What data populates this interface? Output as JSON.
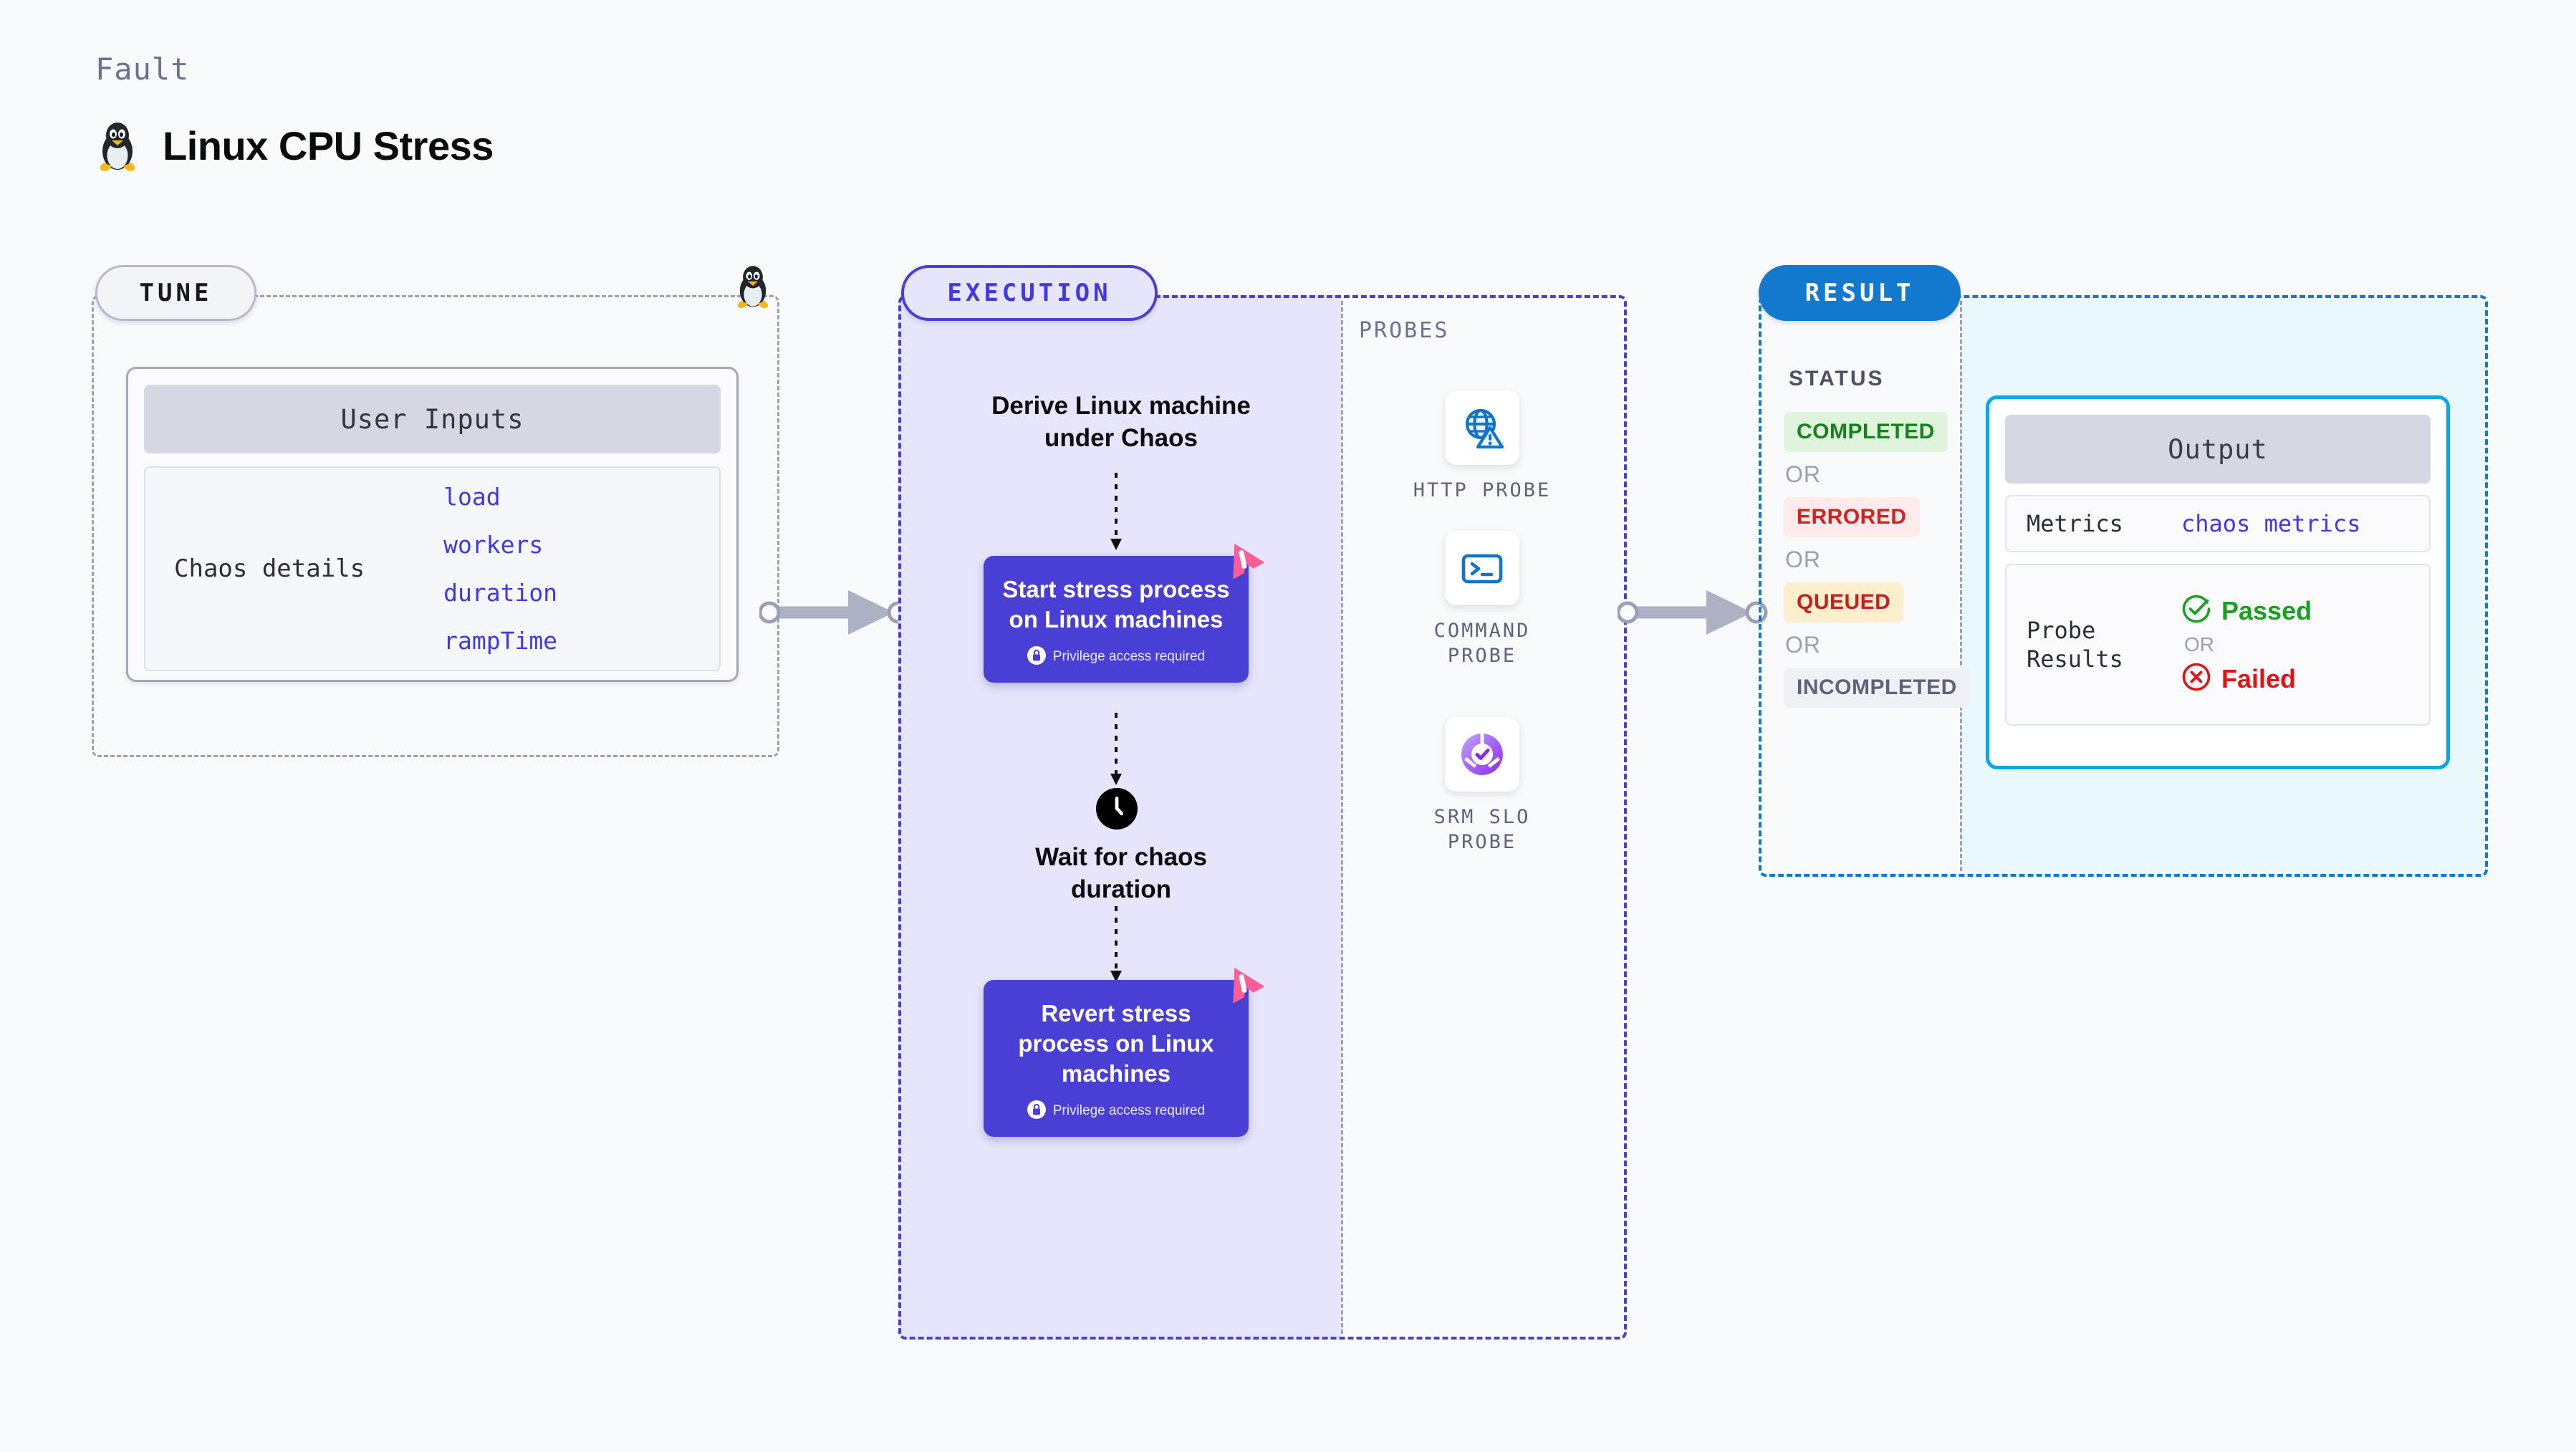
{
  "header": {
    "eyebrow": "Fault",
    "title": "Linux CPU Stress",
    "icon": "linux-penguin-icon"
  },
  "tune": {
    "pill_label": "TUNE",
    "edge_icon": "linux-penguin-icon",
    "inputs_card": {
      "header": "User Inputs",
      "key": "Chaos details",
      "values": [
        "load",
        "workers",
        "duration",
        "rampTime"
      ]
    }
  },
  "execution": {
    "pill_label": "EXECUTION",
    "derive_title": "Derive Linux machine\nunder Chaos",
    "start_step": {
      "text": "Start stress process on Linux machines",
      "note": "Privilege access required",
      "note_icon": "lock-icon",
      "corner_icon": "harness-logo-icon"
    },
    "wait_title": "Wait for chaos\nduration",
    "wait_icon": "clock-icon",
    "revert_step": {
      "text": "Revert stress process on Linux machines",
      "note": "Privilege access required",
      "note_icon": "lock-icon",
      "corner_icon": "harness-logo-icon"
    }
  },
  "probes": {
    "label": "PROBES",
    "items": [
      {
        "name": "HTTP  PROBE",
        "icon": "globe-warning-icon"
      },
      {
        "name": "COMMAND\nPROBE",
        "icon": "terminal-icon"
      },
      {
        "name": "SRM  SLO\nPROBE",
        "icon": "slo-donut-check-icon"
      }
    ]
  },
  "result": {
    "pill_label": "RESULT",
    "status_label": "STATUS",
    "or_label": "OR",
    "statuses": [
      {
        "label": "COMPLETED",
        "bg": "#dff3dd",
        "fg": "#17821c"
      },
      {
        "label": "ERRORED",
        "bg": "#fdeaea",
        "fg": "#cf2222"
      },
      {
        "label": "QUEUED",
        "bg": "#fdefcd",
        "fg": "#c4201f"
      },
      {
        "label": "INCOMPLETED",
        "bg": "#f0f1f6",
        "fg": "#5d6379"
      }
    ],
    "output": {
      "header": "Output",
      "metrics_key": "Metrics",
      "metrics_value": "chaos metrics",
      "probe_results_key": "Probe\nResults",
      "passed_label": "Passed",
      "passed_icon": "check-circle-icon",
      "failed_label": "Failed",
      "failed_icon": "x-circle-icon",
      "or_label": "OR"
    }
  },
  "connectors": [
    {
      "name": "tune-to-execution-arrow"
    },
    {
      "name": "probes-to-result-arrow"
    }
  ],
  "colors": {
    "purple": "#4a3fd4",
    "lavender": "#e6e5fb",
    "blue": "#1279cf",
    "cyan": "#09a7e8",
    "cyan_fill": "#e8f8fd",
    "pink": "#fa5e96",
    "gray_dash": "#9ba0b5",
    "mono_value": "#4238e0"
  }
}
